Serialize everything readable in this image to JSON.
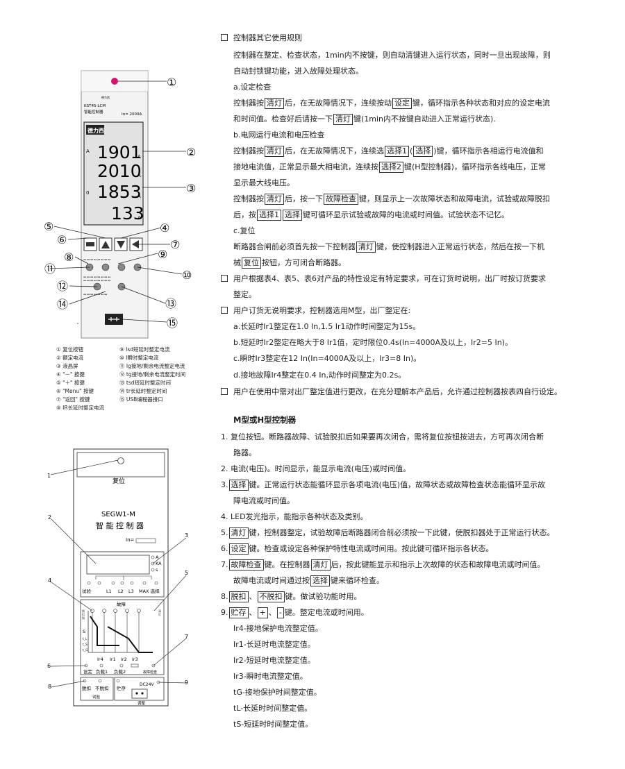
{
  "kst": {
    "logo": "德力西",
    "model": "KST45-LCM",
    "sub": "智能控制器",
    "in_rating": "In= 2000A",
    "brand": "德力西",
    "lcd": [
      {
        "unit_l": "A",
        "digits": "1901",
        "unit_r": "A"
      },
      {
        "unit_l": "",
        "digits": "2010",
        "unit_r": "A"
      },
      {
        "unit_l": "0",
        "digits": "1853",
        "unit_r": "A"
      },
      {
        "unit_l": "",
        "digits": "133",
        "unit_r": "A"
      }
    ],
    "callouts": [
      "①",
      "②",
      "③",
      "④",
      "⑤",
      "⑥",
      "⑦",
      "⑧",
      "⑨",
      "⑩",
      "⑪",
      "⑫",
      "⑬",
      "⑭",
      "⑮"
    ]
  },
  "legend_left": [
    "① 复位按钮",
    "② 额定电流",
    "③ 液晶屏",
    "④ \"－\" 按键",
    "⑤ \"＋\" 按键",
    "⑥ \"Menu\" 按键",
    "⑦ \"返回\" 按键",
    "⑧ IR长延时整定电流"
  ],
  "legend_right": [
    "⑨ Isd短延时整定电流",
    "⑩ I瞬时整定电流",
    "⑪ Ig接地/剩余电流整定电流",
    "⑫ tg接地/剩余电流整定时间",
    "⑬ tsd短延时整定时间",
    "⑭ tr长延时整定时间",
    "⑮ USB编程器接口"
  ],
  "segw": {
    "reset": "复位",
    "model": "SEGW1-M",
    "title": "智 能 控 制 器",
    "in": "In=",
    "units": [
      "A",
      "KA",
      "s"
    ],
    "row1": [
      "试验",
      "L1",
      "L2",
      "L3",
      "MAX 选择"
    ],
    "fault": "故障",
    "curve_letters": [
      "S",
      "t_L",
      "t_S",
      "t_G"
    ],
    "curve_x": [
      "Ir4",
      "Ir1",
      "Ir2",
      "Ir3"
    ],
    "row2": [
      "设定",
      "负载1",
      "负载2",
      "故障检查"
    ],
    "test_left": "脱扣",
    "test_mid": "不脱扣",
    "test_label": "试验",
    "store": "贮存",
    "dc": "DC24V",
    "adjust": "调整",
    "nums": [
      "1",
      "2",
      "3",
      "4",
      "5",
      "6",
      "7",
      "8",
      "9"
    ]
  },
  "right": {
    "b1": "控制器其它使用规则",
    "p1a": "控制器在整定、检查状态，1min内不按键，则自动清键进入运行状态，同时一旦出现故障，则",
    "p1b": "自动封锁键功能，进入故障处理状态。",
    "a": "a.设定检查",
    "a1_1": "控制器按",
    "a1_k1": "清灯",
    "a1_2": "后，在无故障情况下，连续按动",
    "a1_k2": "设定",
    "a1_3": "键，循环指示各种状态和对应的设定电流",
    "a2_1": "和时间值。检查好后请按一下",
    "a2_k1": "清灯",
    "a2_2": "键(1min内不按键自动进入正常运行状态).",
    "b": "b.电网运行电流和电压检查",
    "b1_1": "控制器按",
    "b1_k1": "清灯",
    "b1_2": "后，在无故障情况下，连续选",
    "b1_k2": "选择1",
    "b1_3": "(",
    "b1_k3": "选择",
    "b1_4": ")键，循环指示各相运行电流值和",
    "b2_1": "接地电流值，正常显示最大相电流，连续按",
    "b2_k1": "选择2",
    "b2_2": "键(H型控制器)，循环指示各线电压，正常",
    "b3": "显示最大线电压。",
    "b4_1": "控制器按",
    "b4_k1": "清灯",
    "b4_2": "后，按一下",
    "b4_k2": "故障检查",
    "b4_3": "键，则显示上一次故障状态和故障电流，试验或故障脱扣",
    "b5_1": "后，按",
    "b5_k1": "选择1",
    "b5_k2": "选择",
    "b5_2": "键可循环显示试验或故障的电流或时间值。试验状态不记忆。",
    "c": "c.复位",
    "c1_1": "断路器合闸前必须首先按一下控制器",
    "c1_k1": "清灯",
    "c1_2": "键，使控制器进入正常运行状态，然后在按一下机",
    "c2_1": "械",
    "c2_k1": "复位",
    "c2_2": "按钮，方可闭合断路器。",
    "b2": "用户根据表4、表5、表6对产品的特性设定有特定要求，可在订货时说明，出厂时按订货要求",
    "b2b": "整定。",
    "b3t": "用户订货无说明要求，控制器选用M型，出厂整定在:",
    "s_a": "a.长延时Ir1整定在1.0 In,1.5 Ir1动作时间整定为15s。",
    "s_b": "b.短延时Ir2整定在略大于8 Ir1值，定时限位0.4s(In=4000A及以上，Ir2=5 In)。",
    "s_c": "c.瞬时Ir3整定在12 In(In=4000A及以上，Ir3=8 In)。",
    "s_d": "d.接地故障Ir4整定在0.4 In,动作时间整定为0.2s。",
    "b4": "用户在使用中需对出厂整定值进行更改，在充分理解本产品后，允许通过控制器按表四自行设定。",
    "mh": "M型或H型控制器",
    "i1": "1. 复位按钮。断路器故障、试验脱扣后如果要再次闭合，需将复位按钮按进去，方可再次闭合断",
    "i1b": "路器。",
    "i2": "2. 电流(电压)。时间显示，能显示电流(电压)或时间值。",
    "i3_1": "3.",
    "i3_k": "选择",
    "i3_2": "键。正常运行状态能循环显示各项电流(电压)值，故障状态或故障检查状态能循环显示故",
    "i3b": "障电流或时间值。",
    "i4": "4. LED发光指示，能指示各种状态及类别。",
    "i5_1": "5.",
    "i5_k": "清灯",
    "i5_2": "键，控制器整定，试验故障后断路器闭合前必须按一下此键，使脱扣器处于正常运行状态。",
    "i6_1": "6.",
    "i6_k": "设定",
    "i6_2": "键。检查或设定各种保护特性电流或时间用。按此键可循环指示各状态。",
    "i7_1": "7.",
    "i7_k": "故障检查",
    "i7_2": "键。在控制器",
    "i7_k2": "清灯",
    "i7_3": "后，按此键能显示和指示上次故障的状态和故障电流或时间值。",
    "i7b_1": "故障电流或时间通过按",
    "i7b_k": "选择",
    "i7b_2": "键来循环检查。",
    "i8_1": "8.",
    "i8_k1": "脱扣",
    "i8_2": "、",
    "i8_k2": "不脱扣",
    "i8_3": "键。做试验功能时用。",
    "i9_1": "9.",
    "i9_k1": "贮存",
    "i9_2": "、",
    "i9_k2": "+",
    "i9_3": "、",
    "i9_k3": "-",
    "i9_4": "键。整定电流或时间用。",
    "d1": "Ir4-接地保护电流整定值。",
    "d2": "Ir1-长延时电流整定值。",
    "d3": "Ir2-短延时电流整定值。",
    "d4": "Ir3-瞬时电流整定值。",
    "d5": "tG-接地保护时间整定值。",
    "d6": "tL-长延时时间整定值。",
    "d7": "tS-短延时时间整定值。"
  }
}
